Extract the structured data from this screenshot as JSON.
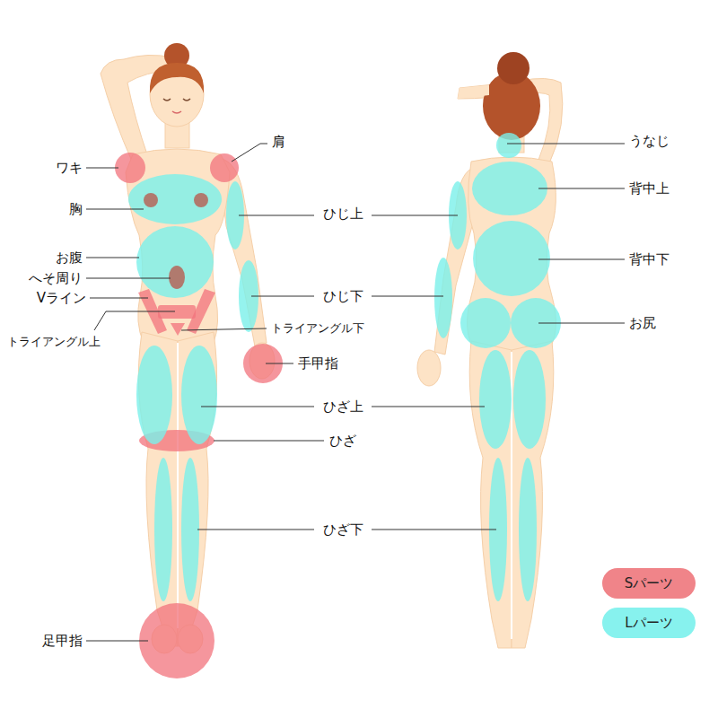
{
  "diagram": {
    "labels": [
      "ワキ",
      "胸",
      "お腹",
      "へそ周り",
      "Vライン",
      "トライアングル上",
      "肩",
      "ひじ上",
      "ひじ下",
      "トライアングル下",
      "手甲指",
      "ひざ上",
      "ひざ",
      "ひざ下",
      "足甲指",
      "うなじ",
      "背中上",
      "背中下",
      "お尻"
    ],
    "legend": [
      {
        "text": "Sパーツ",
        "color": "#f08489"
      },
      {
        "text": "Lパーツ",
        "color": "#87f2ee"
      }
    ]
  }
}
